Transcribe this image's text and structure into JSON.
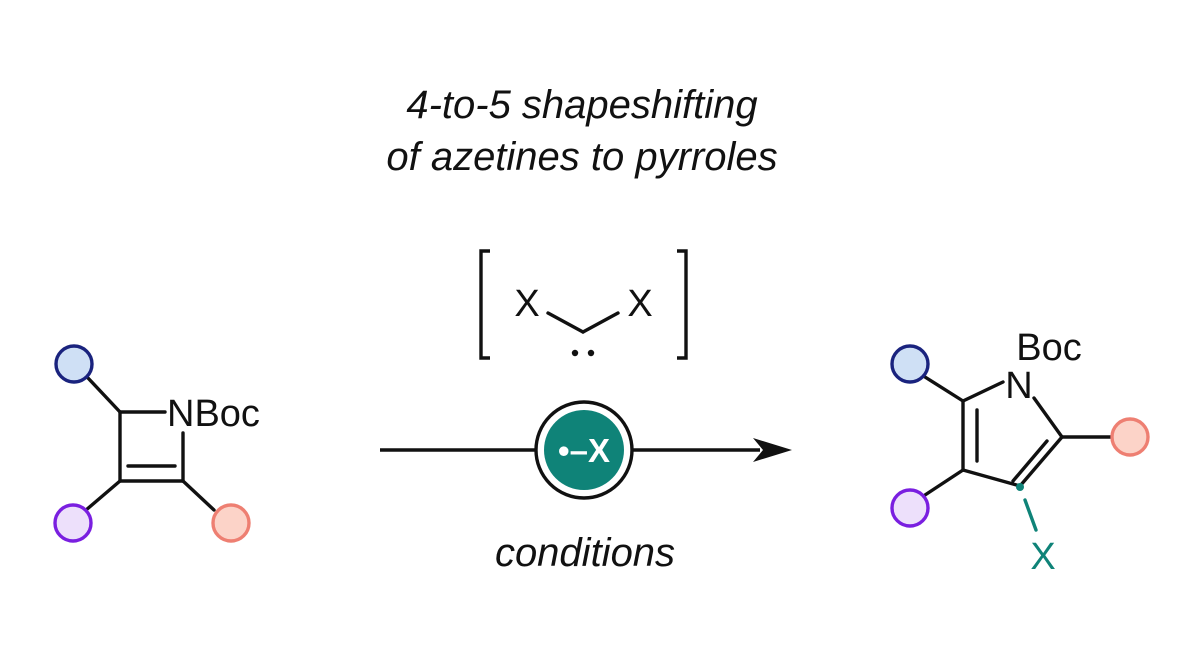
{
  "title": {
    "line1": "4-to-5 shapeshifting",
    "line2": "of azetines to pyrroles"
  },
  "azetine": {
    "n_label": "NBoc"
  },
  "reagent": {
    "left_x": "X",
    "right_x": "X"
  },
  "arrow_badge": {
    "label": "•–X"
  },
  "conditions_label": "conditions",
  "pyrrole": {
    "boc_label": "Boc",
    "n_label": "N",
    "x_label": "X"
  },
  "colors": {
    "text": "#111111",
    "teal": "#0f8378",
    "blue_fill": "#cfe0f5",
    "blue_stroke": "#1a237e",
    "purple_fill": "#ede0fb",
    "purple_stroke": "#7a1fe0",
    "salmon_fill": "#fcd3c8",
    "salmon_stroke": "#ee7f72"
  }
}
